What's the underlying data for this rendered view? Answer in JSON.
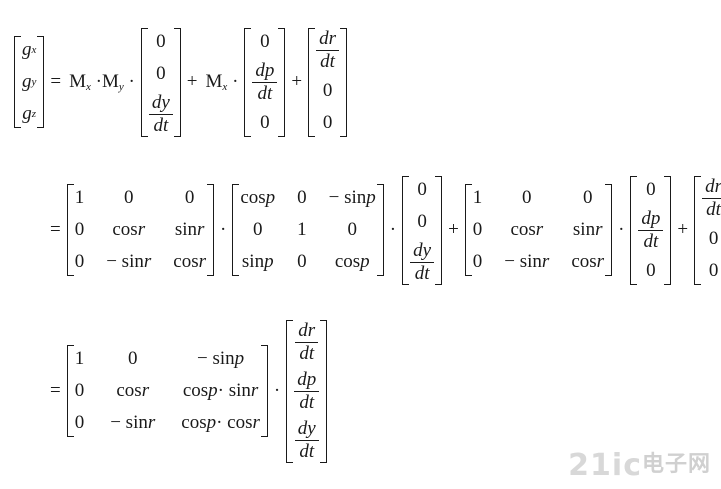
{
  "line1": {
    "lhs": [
      "g_x",
      "g_y",
      "g_z"
    ],
    "eq": "=",
    "Mx_My": "Mx · My ·",
    "vec1": [
      "0",
      "0",
      {
        "num": "dy",
        "den": "dt"
      }
    ],
    "plus": "+",
    "Mx": "Mx ·",
    "vec2": [
      "0",
      {
        "num": "dp",
        "den": "dt"
      },
      "0"
    ],
    "vec3": [
      {
        "num": "dr",
        "den": "dt"
      },
      "0",
      "0"
    ]
  },
  "line2": {
    "mat_rx": [
      [
        "1",
        "0",
        "0"
      ],
      [
        "0",
        "cos r",
        "sin r"
      ],
      [
        "0",
        "− sin r",
        "cos r"
      ]
    ],
    "mat_ry": [
      [
        "cos p",
        "0",
        "− sin p"
      ],
      [
        "0",
        "1",
        "0"
      ],
      [
        "sin p",
        "0",
        "cos p"
      ]
    ],
    "vec_a": [
      "0",
      "0",
      {
        "num": "dy",
        "den": "dt"
      }
    ],
    "mat_rx2": [
      [
        "1",
        "0",
        "0"
      ],
      [
        "0",
        "cos r",
        "sin r"
      ],
      [
        "0",
        "− sin r",
        "cos r"
      ]
    ],
    "vec_b": [
      "0",
      {
        "num": "dp",
        "den": "dt"
      },
      "0"
    ],
    "vec_c": [
      {
        "num": "dr",
        "den": "dt"
      },
      "0",
      "0"
    ]
  },
  "line3": {
    "mat_final": [
      [
        "1",
        "0",
        "− sin p"
      ],
      [
        "0",
        "cos r",
        "cos p · sin r"
      ],
      [
        "0",
        "− sin r",
        "cos p · cos r"
      ]
    ],
    "vec_rates": [
      {
        "num": "dr",
        "den": "dt"
      },
      {
        "num": "dp",
        "den": "dt"
      },
      {
        "num": "dy",
        "den": "dt"
      }
    ]
  },
  "watermark": {
    "text": "21ic",
    "cn": "电子网"
  }
}
